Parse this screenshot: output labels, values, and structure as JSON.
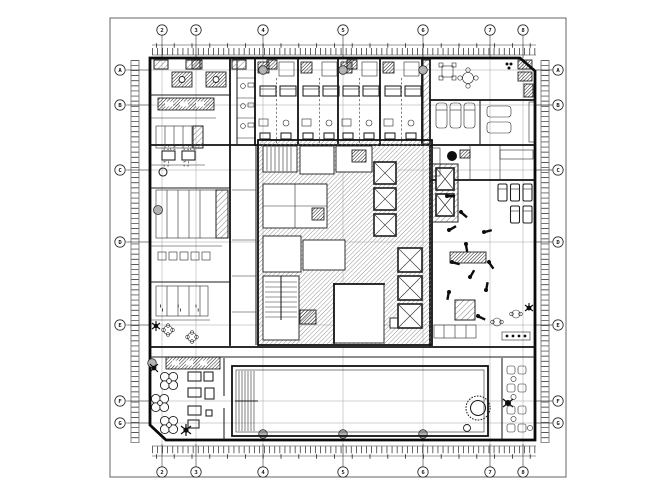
{
  "drawing": {
    "kind": "architectural floor plan",
    "colors": {
      "ink": "#111111",
      "hatch_gray": "#808080",
      "column_gray": "#b3b3b3",
      "background": "#ffffff"
    }
  },
  "grid": {
    "top": [
      "2",
      "3",
      "4",
      "5",
      "6",
      "7",
      "8"
    ],
    "bottom": [
      "2",
      "3",
      "4",
      "5",
      "6",
      "7",
      "8"
    ],
    "left": [
      "A",
      "B",
      "C",
      "D",
      "E",
      "F",
      "G"
    ],
    "right": [
      "A",
      "B",
      "C",
      "D",
      "E",
      "F",
      "G"
    ]
  }
}
